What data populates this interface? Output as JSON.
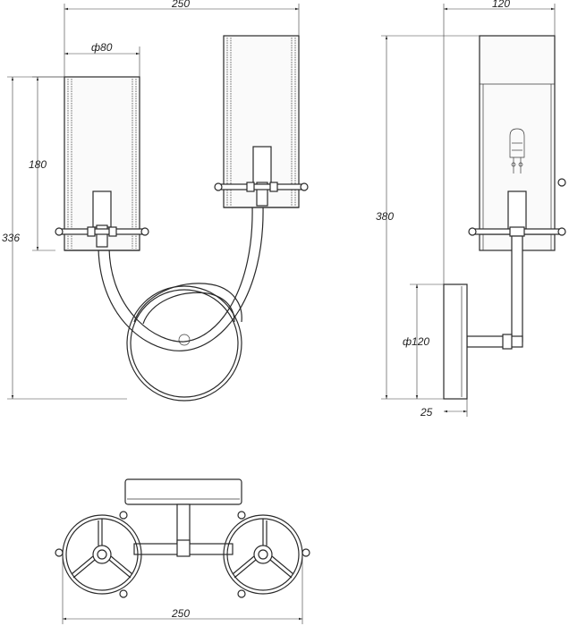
{
  "dimensions": {
    "front_width": "250",
    "shade_diameter": "ф80",
    "shade_height": "180",
    "total_height": "336",
    "side_depth": "120",
    "side_height": "380",
    "backplate_diameter": "ф120",
    "backplate_thickness": "25",
    "top_view_width": "250"
  },
  "colors": {
    "line": "#2a2a2a",
    "background": "#ffffff"
  }
}
